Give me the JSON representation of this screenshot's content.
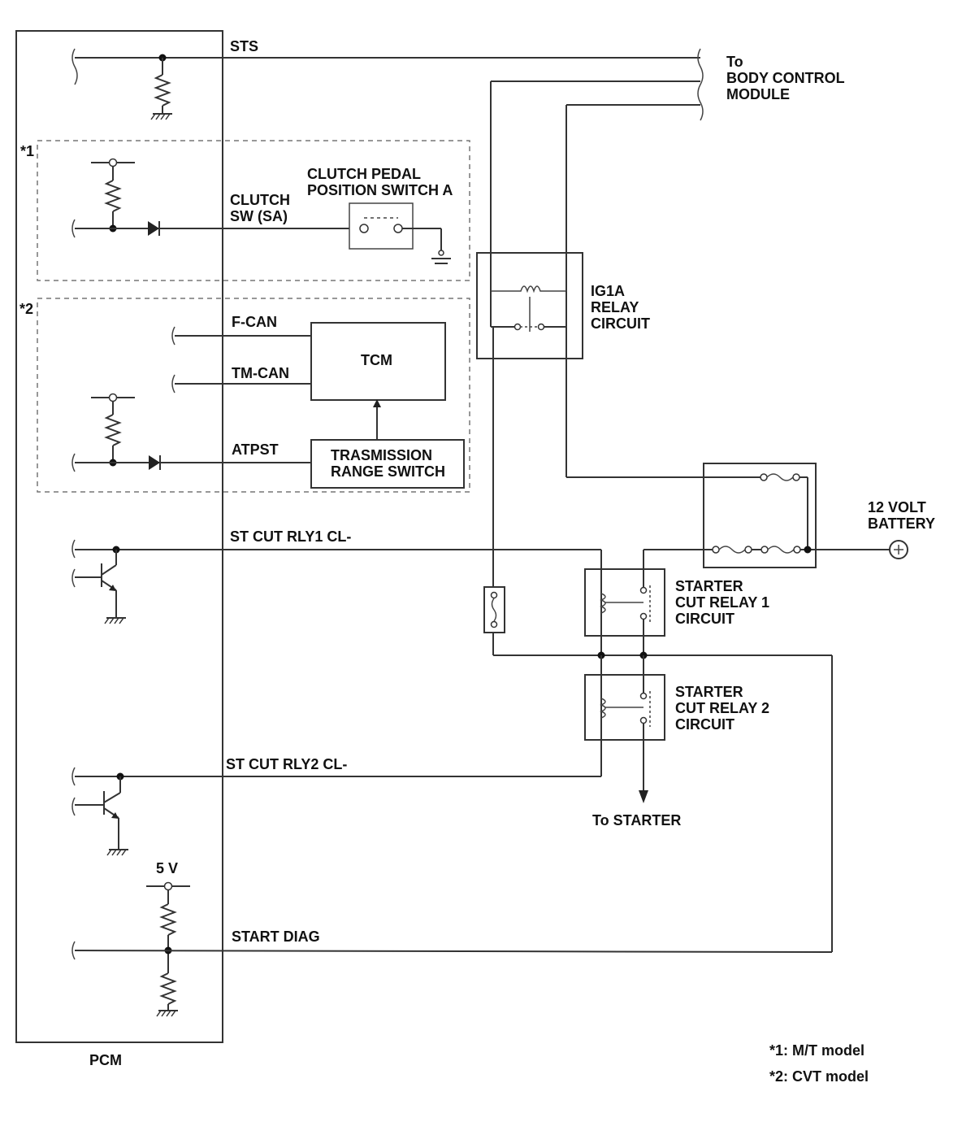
{
  "labels": {
    "sts": "STS",
    "to": "To",
    "bcm1": "BODY CONTROL",
    "bcm2": "MODULE",
    "note1_mark": "*1",
    "note2_mark": "*2",
    "clutch_switch_1": "CLUTCH PEDAL",
    "clutch_switch_2": "POSITION SWITCH A",
    "clutch_sw_1": "CLUTCH",
    "clutch_sw_2": "SW (SA)",
    "ig1a_1": "IG1A",
    "ig1a_2": "RELAY",
    "ig1a_3": "CIRCUIT",
    "fcan": "F-CAN",
    "tmcan": "TM-CAN",
    "tcm": "TCM",
    "atpst": "ATPST",
    "trs_1": "TRASMISSION",
    "trs_2": "RANGE SWITCH",
    "battery_1": "12 VOLT",
    "battery_2": "BATTERY",
    "st_cut_rly1": "ST CUT RLY1 CL-",
    "scr1_1": "STARTER",
    "scr1_2": "CUT RELAY 1",
    "scr1_3": "CIRCUIT",
    "scr2_1": "STARTER",
    "scr2_2": "CUT RELAY 2",
    "scr2_3": "CIRCUIT",
    "st_cut_rly2": "ST CUT RLY2 CL-",
    "to_starter": "To STARTER",
    "five_v": "5 V",
    "start_diag": "START DIAG",
    "pcm": "PCM",
    "footnote1": "*1: M/T model",
    "footnote2": "*2: CVT model"
  }
}
